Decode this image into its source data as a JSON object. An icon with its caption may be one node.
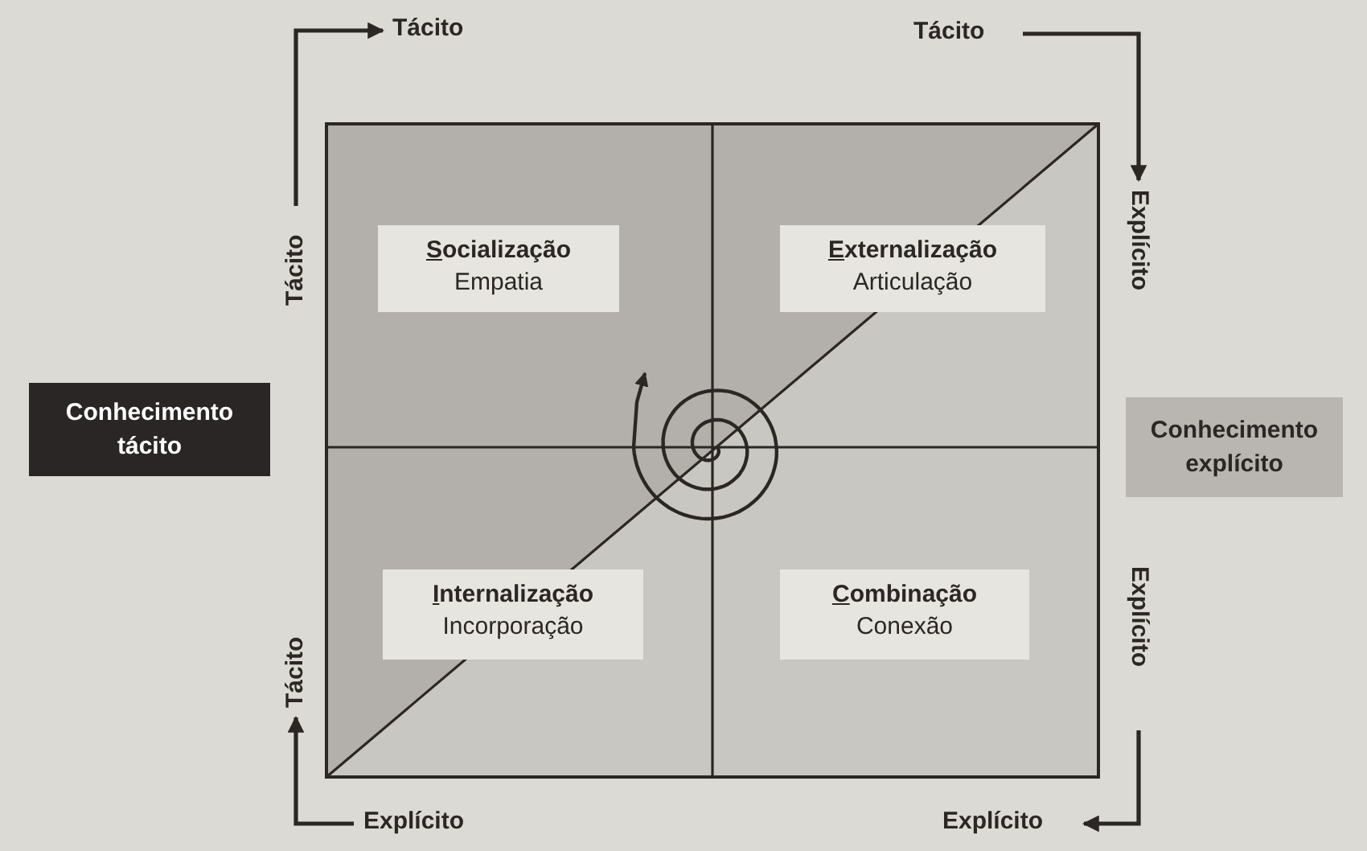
{
  "diagram": {
    "nodes": [
      {
        "text": [
          "Tácito"
        ]
      },
      {
        "text": [
          "Tácito"
        ]
      },
      {
        "text": [
          "Tácito"
        ]
      },
      {
        "text": [
          "Socialização",
          "Empatia"
        ]
      },
      {
        "text": [
          "Externalização",
          "Articulação"
        ]
      },
      {
        "text": [
          "Explícito"
        ]
      },
      {
        "text": [
          "Conhecimento tácito"
        ]
      },
      {
        "text": [
          "Conhecimento explícito"
        ]
      },
      {
        "text": [
          "Tácito"
        ]
      },
      {
        "text": [
          "Internalização",
          "Incorporação"
        ]
      },
      {
        "text": [
          "Combinação",
          "Conexão"
        ]
      },
      {
        "text": [
          "Explícito"
        ]
      },
      {
        "text": [
          "Explícito"
        ]
      },
      {
        "text": [
          "Explícito"
        ]
      }
    ],
    "edges": [
      {
        "from": 2,
        "to": 0,
        "arrow": "to"
      },
      {
        "from": 1,
        "to": 5,
        "arrow": "to"
      },
      {
        "from": 11,
        "to": 13,
        "arrow": "to"
      },
      {
        "from": 12,
        "to": 8,
        "arrow": "to"
      }
    ]
  }
}
